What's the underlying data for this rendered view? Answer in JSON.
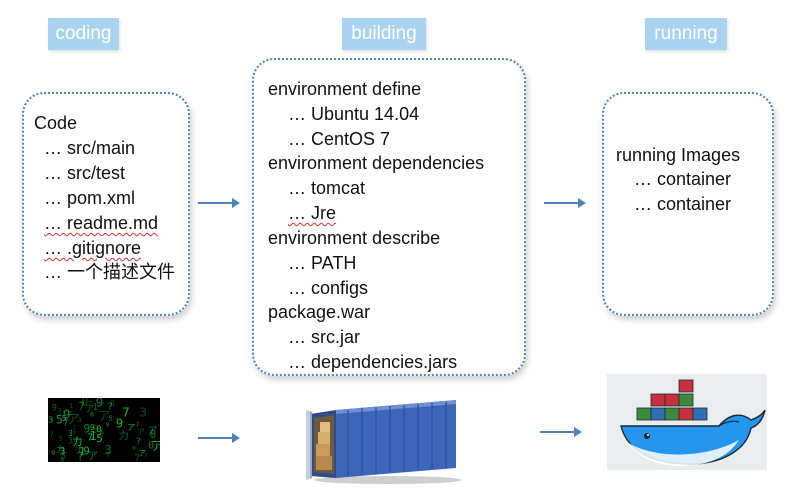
{
  "stages": {
    "coding": {
      "label": "coding"
    },
    "building": {
      "label": "building"
    },
    "running": {
      "label": "running"
    }
  },
  "code_box": {
    "title": "Code",
    "items": [
      "… src/main",
      "… src/test",
      "… pom.xml",
      "… readme.md",
      "… .gitignore",
      "… 一个描述文件"
    ]
  },
  "build_box": {
    "lines": [
      "environment define",
      "… Ubuntu 14.04",
      "… CentOS 7",
      "environment dependencies",
      "… tomcat",
      "… Jre",
      "environment describe",
      "… PATH",
      "… configs",
      "package.war",
      "… src.jar",
      "… dependencies.jars"
    ]
  },
  "run_box": {
    "title": "running Images",
    "items": [
      "… container",
      "… container"
    ]
  },
  "colors": {
    "tag_bg": "#a9d3ef",
    "box_border": "#4f81bd",
    "arrow": "#4f81bd",
    "matrix_green": "#19c23a"
  },
  "icons": [
    "code-matrix-icon",
    "shipping-container-icon",
    "docker-whale-icon"
  ]
}
